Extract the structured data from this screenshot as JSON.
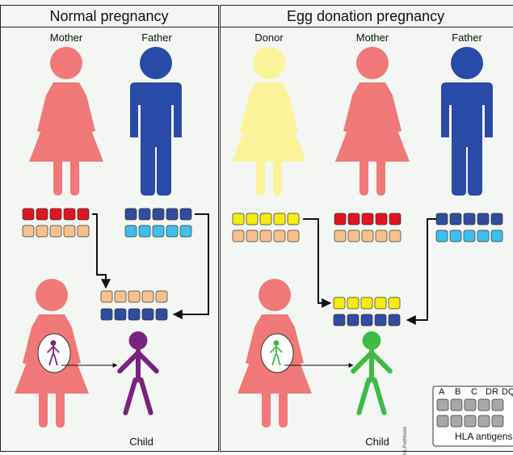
{
  "panels": {
    "normal": {
      "title": "Normal pregnancy",
      "mother_label": "Mother",
      "father_label": "Father",
      "child_label": "Child"
    },
    "egg": {
      "title": "Egg donation pregnancy",
      "donor_label": "Donor",
      "mother_label": "Mother",
      "father_label": "Father",
      "child_label": "Child"
    }
  },
  "legend": {
    "loci": [
      "A",
      "B",
      "C",
      "DR",
      "DQ"
    ],
    "caption": "HLA antigens"
  },
  "credit": "MLPvdHoorn",
  "colors": {
    "mother_pink": "#f07878",
    "father_blue": "#2a4aa8",
    "donor_yellow": "#fbf39a",
    "fetus_purple": "#7a237e",
    "fetus_green": "#3dbb45",
    "hla_red": "#e0141e",
    "hla_peach": "#f9c08e",
    "hla_navy": "#2f4c9f",
    "hla_cyan": "#3ebfee",
    "hla_yellow": "#f6ec10",
    "legend_grey": "#a8a8a8"
  }
}
